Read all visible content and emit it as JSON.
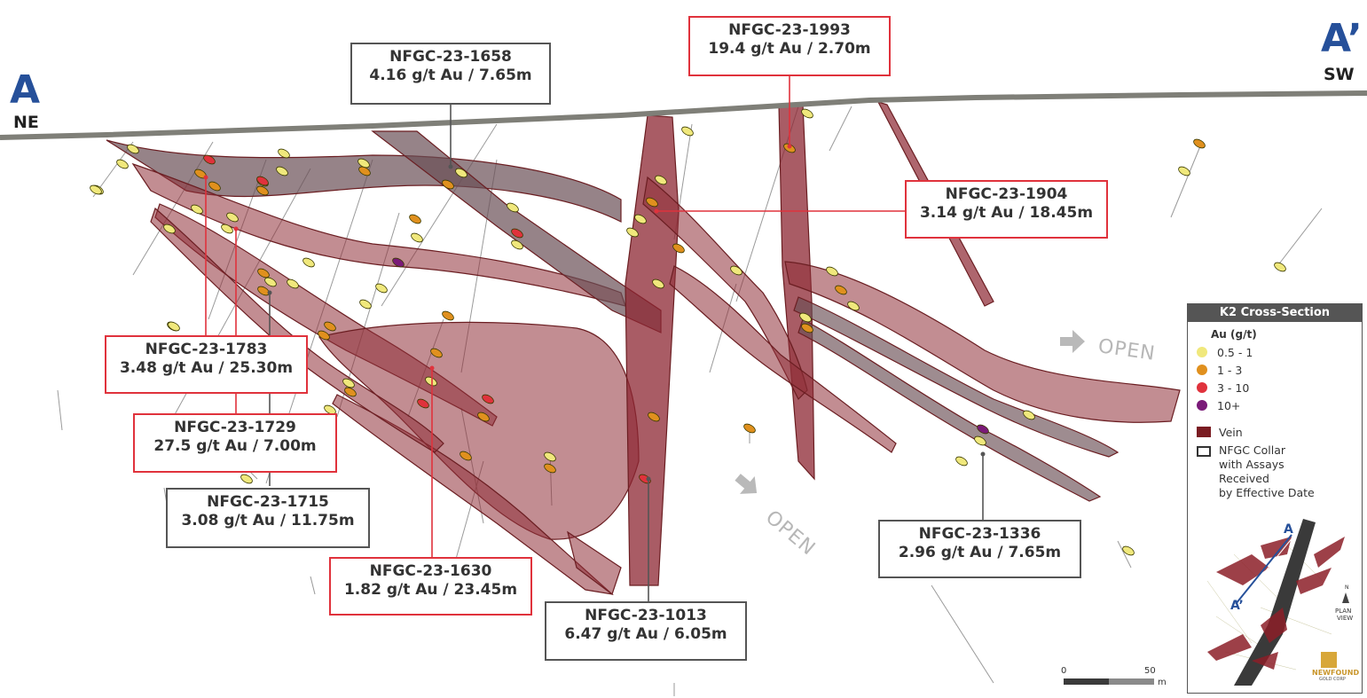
{
  "section": {
    "start_letter": "A",
    "start_direction": "NE",
    "end_letter": "A’",
    "end_direction": "SW"
  },
  "callouts": [
    {
      "hole": "NFGC-23-1658",
      "grade": "4.16 g/t Au / 7.65m",
      "border": "grey"
    },
    {
      "hole": "NFGC-23-1993",
      "grade": "19.4 g/t Au / 2.70m",
      "border": "red"
    },
    {
      "hole": "NFGC-23-1904",
      "grade": "3.14 g/t Au / 18.45m",
      "border": "red"
    },
    {
      "hole": "NFGC-23-1783",
      "grade": "3.48 g/t Au / 25.30m",
      "border": "red"
    },
    {
      "hole": "NFGC-23-1729",
      "grade": "27.5 g/t Au / 7.00m",
      "border": "red"
    },
    {
      "hole": "NFGC-23-1715",
      "grade": "3.08 g/t Au / 11.75m",
      "border": "grey"
    },
    {
      "hole": "NFGC-23-1630",
      "grade": "1.82 g/t Au / 23.45m",
      "border": "red"
    },
    {
      "hole": "NFGC-23-1013",
      "grade": "6.47 g/t Au / 6.05m",
      "border": "grey"
    },
    {
      "hole": "NFGC-23-1336",
      "grade": "2.96 g/t Au / 7.65m",
      "border": "grey"
    }
  ],
  "open_labels": [
    "OPEN",
    "OPEN"
  ],
  "legend": {
    "title": "K2 Cross-Section",
    "au_heading": "Au (g/t)",
    "grades": [
      {
        "label": "0.5 - 1",
        "color": "#f0e87c"
      },
      {
        "label": "1 - 3",
        "color": "#e0901e"
      },
      {
        "label": "3 - 10",
        "color": "#e0323c"
      },
      {
        "label": "10+",
        "color": "#7a1a78"
      }
    ],
    "vein_label": "Vein",
    "vein_color": "#7a1c22",
    "collar_lines": [
      "NFGC Collar",
      "with Assays",
      "Received",
      "by Effective Date"
    ],
    "plan_view": {
      "label_a": "A",
      "label_a_prime": "A’",
      "north": "N",
      "caption_1": "PLAN",
      "caption_2": "VIEW",
      "logo_line_1": "NEWFOUND",
      "logo_line_2": "GOLD CORP"
    }
  },
  "scale_bar": {
    "zero": "0",
    "max": "50",
    "unit": "m"
  },
  "colors": {
    "accent_red": "#e0323c",
    "letter_blue": "#26509a",
    "grey_border": "#555555"
  }
}
